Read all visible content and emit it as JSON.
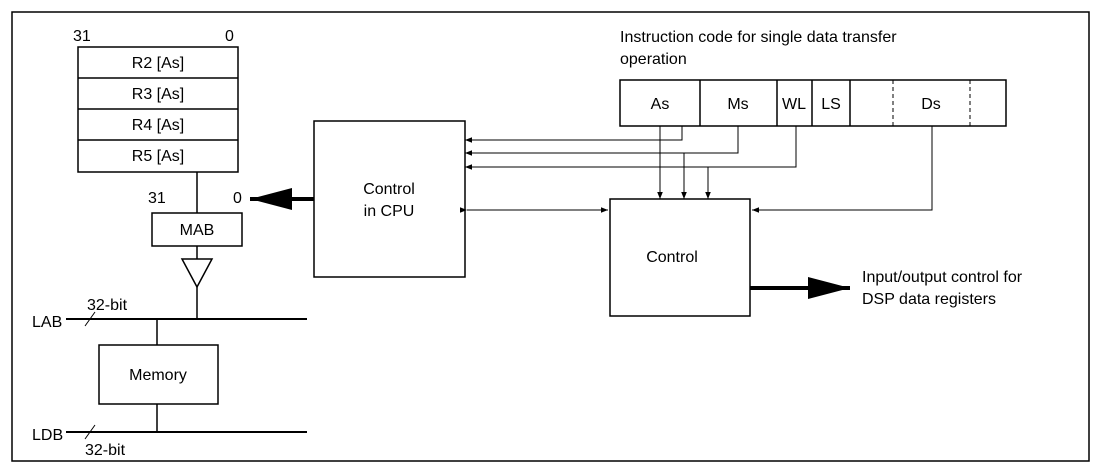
{
  "registers": {
    "bit_high": "31",
    "bit_low": "0",
    "items": [
      "R2 [As]",
      "R3 [As]",
      "R4 [As]",
      "R5 [As]"
    ]
  },
  "mab": {
    "label": "MAB",
    "bit_high": "31",
    "bit_low": "0"
  },
  "memory": {
    "label": "Memory"
  },
  "buses": {
    "lab_label": "LAB",
    "lab_width": "32-bit",
    "ldb_label": "LDB",
    "ldb_width": "32-bit"
  },
  "cpu_control": {
    "line1": "Control",
    "line2": "in CPU"
  },
  "instruction": {
    "caption_line1": "Instruction code for single data transfer",
    "caption_line2": "operation",
    "fields": [
      "As",
      "Ms",
      "WL",
      "LS",
      "Ds"
    ]
  },
  "control": {
    "label": "Control"
  },
  "output": {
    "line1": "Input/output control for",
    "line2": "DSP data registers"
  }
}
